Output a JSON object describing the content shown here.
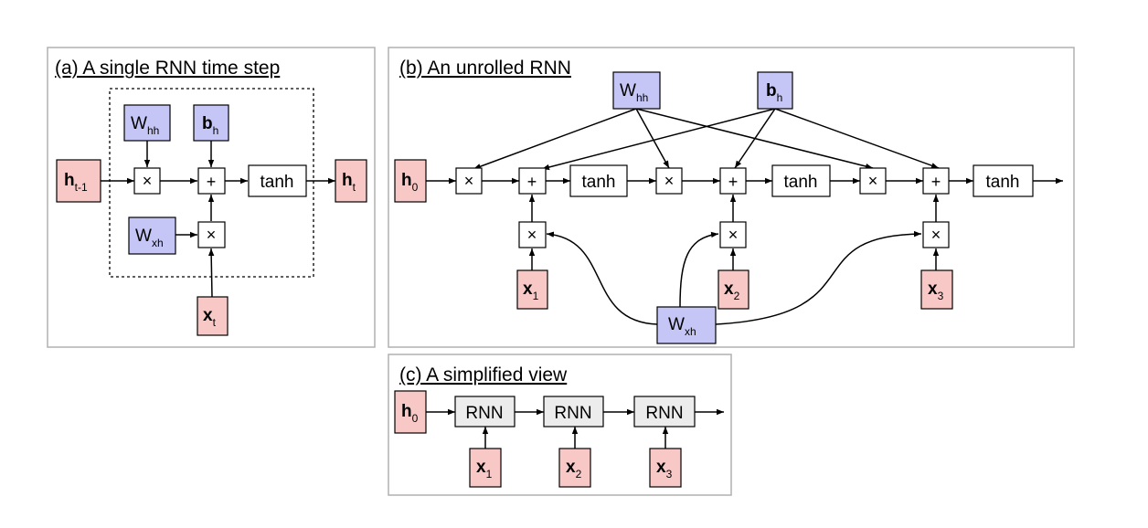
{
  "panels": {
    "a": {
      "title": "(a) A single RNN time step"
    },
    "b": {
      "title": "(b) An unrolled RNN"
    },
    "c": {
      "title": "(c) A simplified view"
    }
  },
  "labels": {
    "h_prev": {
      "base": "h",
      "sub": "t-1"
    },
    "h_t": {
      "base": "h",
      "sub": "t"
    },
    "h_0": {
      "base": "h",
      "sub": "0"
    },
    "x_t": {
      "base": "x",
      "sub": "t"
    },
    "x_1": {
      "base": "x",
      "sub": "1"
    },
    "x_2": {
      "base": "x",
      "sub": "2"
    },
    "x_3": {
      "base": "x",
      "sub": "3"
    },
    "W_hh": {
      "base": "W",
      "sub": "hh"
    },
    "W_xh": {
      "base": "W",
      "sub": "xh"
    },
    "b_h": {
      "base": "b",
      "sub": "h"
    }
  },
  "ops": {
    "times": "×",
    "plus": "+",
    "tanh": "tanh",
    "rnn": "RNN"
  },
  "colors": {
    "input_state": "#f8c8c6",
    "weight": "#c6c6f6",
    "rnn_cell": "#ececec",
    "panel_border": "#b0b0b0"
  }
}
